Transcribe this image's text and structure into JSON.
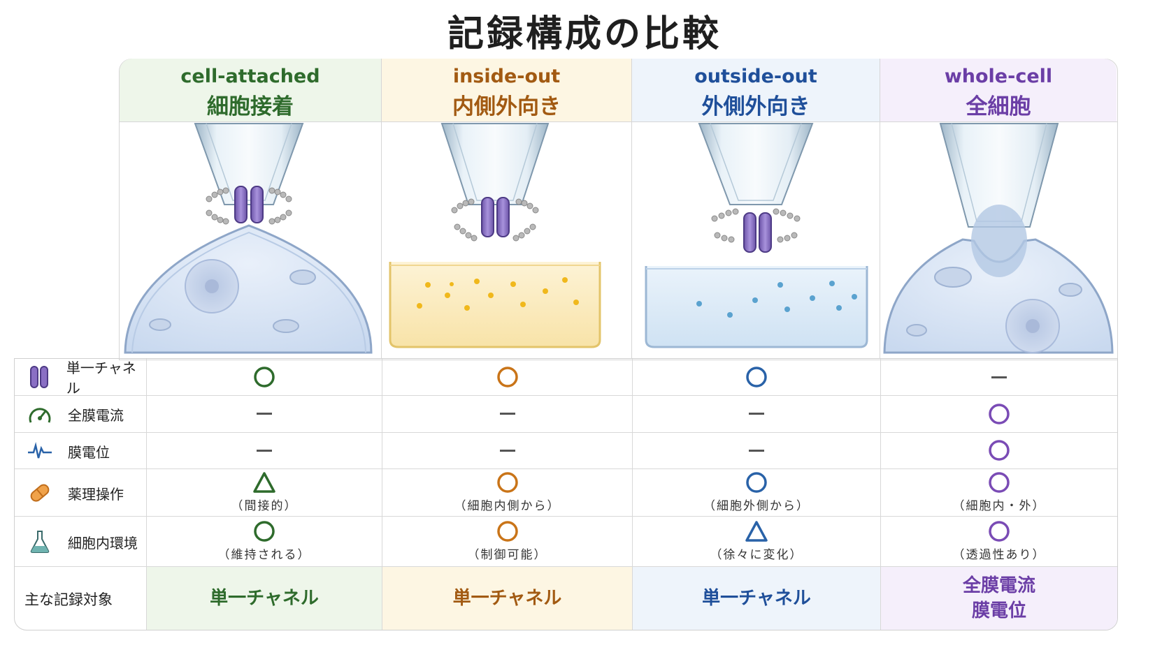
{
  "title": "記録構成の比較",
  "columns": [
    {
      "en": "cell-attached",
      "jp": "細胞接着",
      "color": "#2e6b2c",
      "bg": "#eef6ea",
      "mark": "#2e6b2c"
    },
    {
      "en": "inside-out",
      "jp": "内側外向き",
      "color": "#a25a12",
      "bg": "#fdf6e3",
      "mark": "#c97418"
    },
    {
      "en": "outside-out",
      "jp": "外側外向き",
      "color": "#1f4f9a",
      "bg": "#eef4fb",
      "mark": "#2962a8"
    },
    {
      "en": "whole-cell",
      "jp": "全細胞",
      "color": "#6b3ea6",
      "bg": "#f5effb",
      "mark": "#7a4bb5"
    }
  ],
  "rows": [
    {
      "label": "単一チャネル",
      "icon": "ion-channel-icon",
      "cells": [
        {
          "sym": "circle",
          "note": ""
        },
        {
          "sym": "circle",
          "note": ""
        },
        {
          "sym": "circle",
          "note": ""
        },
        {
          "sym": "dash",
          "note": ""
        }
      ]
    },
    {
      "label": "全膜電流",
      "icon": "gauge-icon",
      "cells": [
        {
          "sym": "dash",
          "note": ""
        },
        {
          "sym": "dash",
          "note": ""
        },
        {
          "sym": "dash",
          "note": ""
        },
        {
          "sym": "circle",
          "note": ""
        }
      ]
    },
    {
      "label": "膜電位",
      "icon": "waveform-icon",
      "cells": [
        {
          "sym": "dash",
          "note": ""
        },
        {
          "sym": "dash",
          "note": ""
        },
        {
          "sym": "dash",
          "note": ""
        },
        {
          "sym": "circle",
          "note": ""
        }
      ]
    },
    {
      "label": "薬理操作",
      "icon": "pill-icon",
      "cells": [
        {
          "sym": "triangle",
          "note": "（間接的）"
        },
        {
          "sym": "circle",
          "note": "（細胞内側から）"
        },
        {
          "sym": "circle",
          "note": "（細胞外側から）"
        },
        {
          "sym": "circle",
          "note": "（細胞内・外）"
        }
      ]
    },
    {
      "label": "細胞内環境",
      "icon": "flask-icon",
      "cells": [
        {
          "sym": "circle",
          "note": "（維持される）"
        },
        {
          "sym": "circle",
          "note": "（制御可能）"
        },
        {
          "sym": "triangle",
          "note": "（徐々に変化）"
        },
        {
          "sym": "circle",
          "note": "（透過性あり）"
        }
      ]
    }
  ],
  "bottom": {
    "label": "主な記録対象",
    "cells": [
      {
        "line1": "単一チャネル",
        "line2": ""
      },
      {
        "line1": "単一チャネル",
        "line2": ""
      },
      {
        "line1": "単一チャネル",
        "line2": ""
      },
      {
        "line1": "全膜電流",
        "line2": "膜電位"
      }
    ]
  },
  "colors": {
    "dash": "#555555",
    "channel": "#8a6fc4",
    "cell_fill": "#dce7f6",
    "pipette": "#c9dbe8"
  }
}
